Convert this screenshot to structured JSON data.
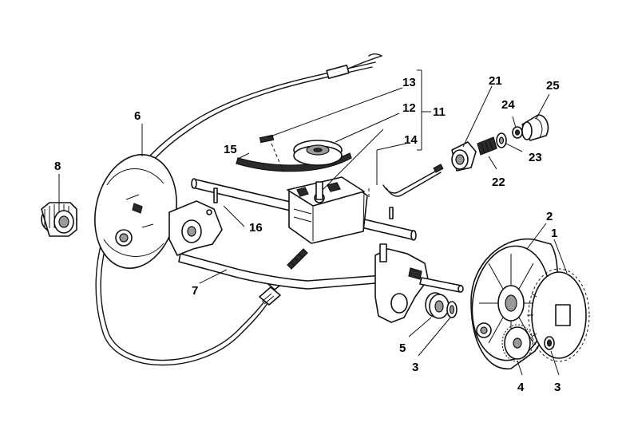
{
  "callouts": {
    "c1": "1",
    "c2": "2",
    "c3a": "3",
    "c3b": "3",
    "c4": "4",
    "c5": "5",
    "c6": "6",
    "c7": "7",
    "c8": "8",
    "c11": "11",
    "c12": "12",
    "c13": "13",
    "c14": "14",
    "c15": "15",
    "c16": "16",
    "c21": "21",
    "c22": "22",
    "c23": "23",
    "c24": "24",
    "c25": "25"
  },
  "colors": {
    "ink": "#111111",
    "background": "#ffffff",
    "shade": "#2a2a2a"
  }
}
